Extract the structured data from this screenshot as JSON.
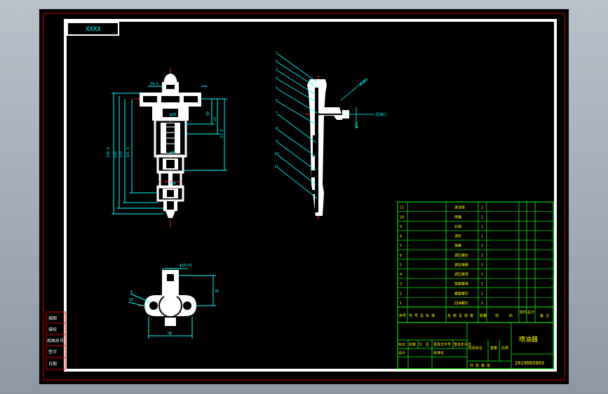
{
  "drawing": {
    "code_box": "XXXX",
    "title": "喷油器",
    "drawing_number": "2019065003",
    "colors": {
      "background": "#000000",
      "frame": "#cc0000",
      "outline": "#ffffff",
      "dimension": "#00ffff",
      "centerline": "#ff2020",
      "table": "#00ff00",
      "label": "#ffff00"
    }
  },
  "parts_list": [
    {
      "no": "11",
      "name": "进油管",
      "qty": "1"
    },
    {
      "no": "10",
      "name": "喷嘴",
      "qty": "1"
    },
    {
      "no": "9",
      "name": "针阀",
      "qty": "1"
    },
    {
      "no": "8",
      "name": "顶杆",
      "qty": "1"
    },
    {
      "no": "7",
      "name": "弹簧",
      "qty": "1"
    },
    {
      "no": "6",
      "name": "调压螺钉",
      "qty": "1"
    },
    {
      "no": "5",
      "name": "调压弹簧",
      "qty": "1"
    },
    {
      "no": "4",
      "name": "调压螺母",
      "qty": "1"
    },
    {
      "no": "3",
      "name": "锁紧螺母",
      "qty": "1"
    },
    {
      "no": "2",
      "name": "螺套螺钉",
      "qty": "1"
    },
    {
      "no": "1",
      "name": "回油螺钉",
      "qty": "1"
    }
  ],
  "parts_header": [
    "序号",
    "代 号 及 标 准",
    "名 称 及 规 格",
    "数量",
    "材",
    "料",
    "单件",
    "总计",
    "备 注"
  ],
  "title_block": {
    "left_labels": [
      "标记",
      "处数",
      "分",
      "区",
      "更改文件号",
      "签名",
      "年月日"
    ],
    "design_label": "设计",
    "standard_label": "标准化",
    "stage_label": "阶段标记",
    "weight_label": "重量",
    "scale_label": "比例",
    "sheet_label": "共  张  第  张"
  },
  "side_labels": [
    "描图",
    "描校",
    "底图总号",
    "签字",
    "日期"
  ],
  "views": {
    "front_dims": [
      "150.8",
      "134",
      "118",
      "101.5",
      "50",
      "23",
      "33.9",
      "34.5",
      "φ20",
      "φ45",
      "φ36"
    ],
    "side_callouts": [
      "1",
      "2",
      "3",
      "4",
      "5",
      "6",
      "7",
      "8",
      "9",
      "10",
      "11"
    ],
    "side_dims": [
      "进油口",
      "φ12",
      "回油口"
    ],
    "top_dims": [
      "φ15×15",
      "30",
      "8",
      "16",
      "50"
    ]
  }
}
